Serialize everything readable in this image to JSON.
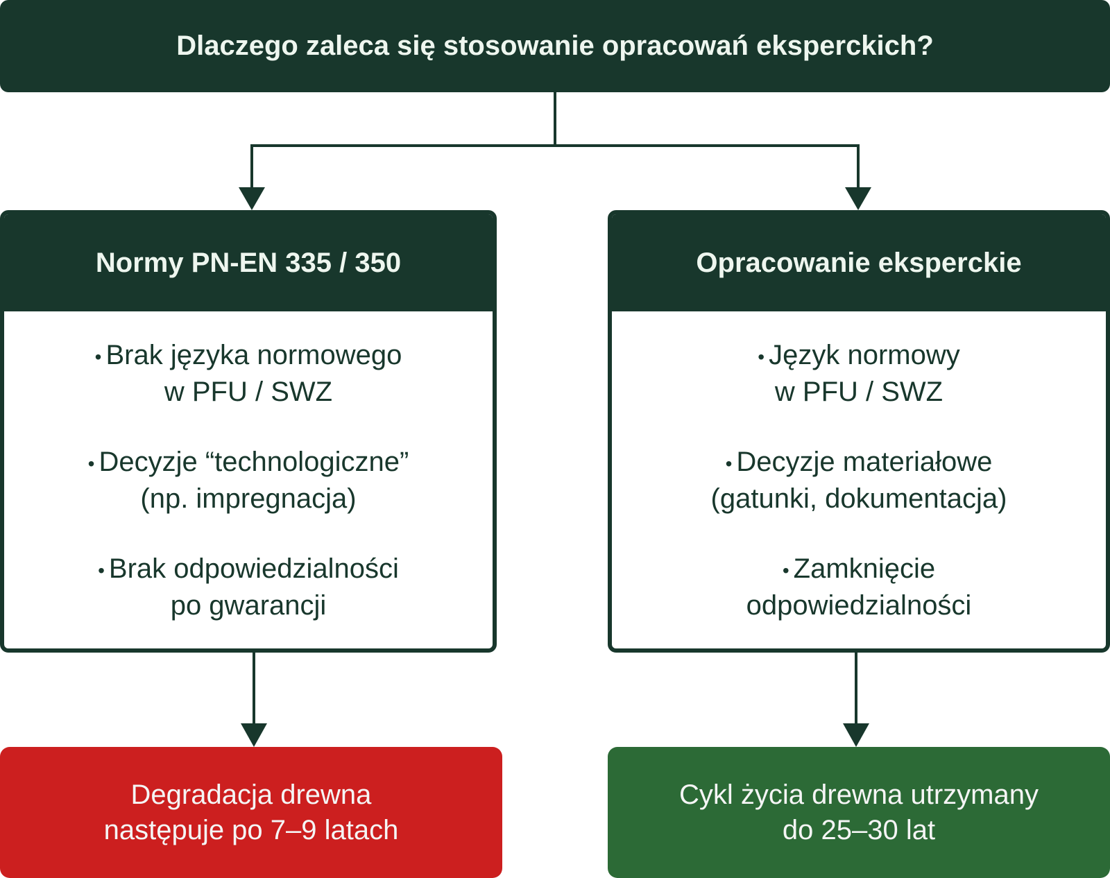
{
  "title": "Dlaczego zaleca się stosowanie opracowań eksperckich?",
  "colors": {
    "dark": "#18372c",
    "red": "#cc1f1f",
    "green": "#2c6a36"
  },
  "left": {
    "header": "Normy PN-EN 335 / 350",
    "items": [
      {
        "line1": "Brak języka normowego",
        "line2": "w PFU / SWZ"
      },
      {
        "line1": "Decyzje “technologiczne”",
        "line2": "(np. impregnacja)"
      },
      {
        "line1": "Brak odpowiedzialności",
        "line2": "po gwarancji"
      }
    ],
    "result": {
      "line1": "Degradacja drewna",
      "line2": "następuje po 7–9 latach"
    }
  },
  "right": {
    "header": "Opracowanie eksperckie",
    "items": [
      {
        "line1": "Język normowy",
        "line2": "w PFU / SWZ"
      },
      {
        "line1": "Decyzje materiałowe",
        "line2": "(gatunki, dokumentacja)"
      },
      {
        "line1": "Zamknięcie",
        "line2": "odpowiedzialności"
      }
    ],
    "result": {
      "line1": "Cykl życia drewna utrzymany",
      "line2": "do 25–30 lat"
    }
  },
  "bullet": "•"
}
